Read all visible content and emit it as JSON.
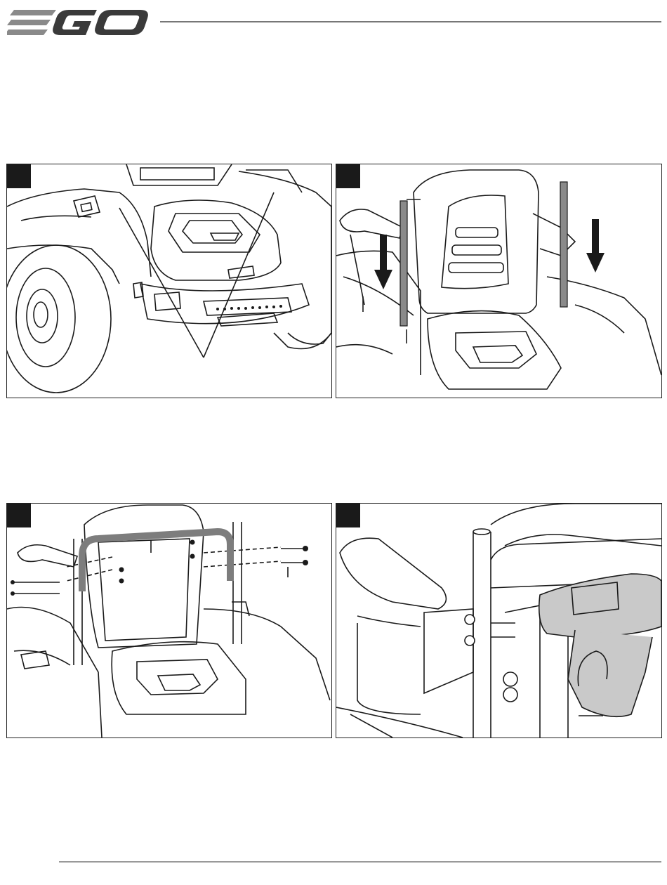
{
  "header": {
    "brand": "EGO",
    "brand_color": "#3a3a3a",
    "accent_stripe_color": "#8a8a8a"
  },
  "figures": [
    {
      "number": "",
      "subject": "mower-seat-armrest-mount-points"
    },
    {
      "number": "",
      "subject": "insert-rollbar-posts"
    },
    {
      "number": "",
      "subject": "attach-rollbar-with-bolts"
    },
    {
      "number": "",
      "subject": "tighten-bolts-with-drill"
    }
  ],
  "footer": {
    "page_number": ""
  },
  "colors": {
    "line": "#1a1a1a",
    "rollbar_gray": "#7d7d7d",
    "hand_gray": "#c9c9c9",
    "frame": "#222222"
  }
}
